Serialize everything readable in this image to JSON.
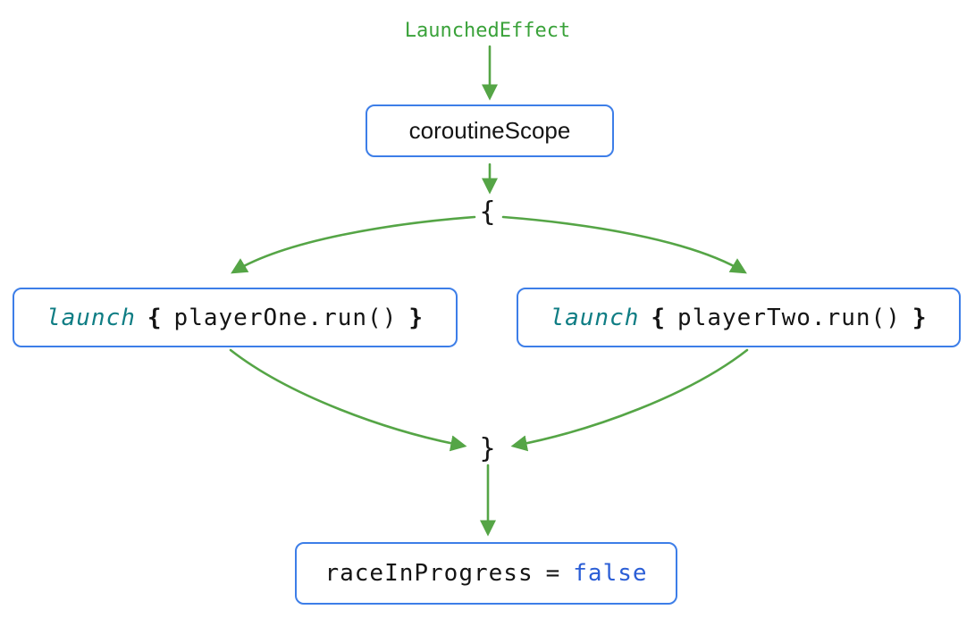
{
  "colors": {
    "background": "#ffffff",
    "arrow-green": "#55a546",
    "label-green": "#3aa23a",
    "box-border-blue": "#3d7ee8",
    "keyword-teal": "#0f7d84",
    "false-blue": "#2b5ed6",
    "text-black": "#141414"
  },
  "nodes": {
    "launched_effect": "LaunchedEffect",
    "coroutine_scope": "coroutineScope",
    "open_brace": "{",
    "close_brace": "}",
    "launch_one": {
      "keyword": "launch",
      "open": "{",
      "body": "playerOne.run()",
      "close": "}"
    },
    "launch_two": {
      "keyword": "launch",
      "open": "{",
      "body": "playerTwo.run()",
      "close": "}"
    },
    "result": {
      "variable": "raceInProgress",
      "operator": "=",
      "value": "false"
    }
  }
}
